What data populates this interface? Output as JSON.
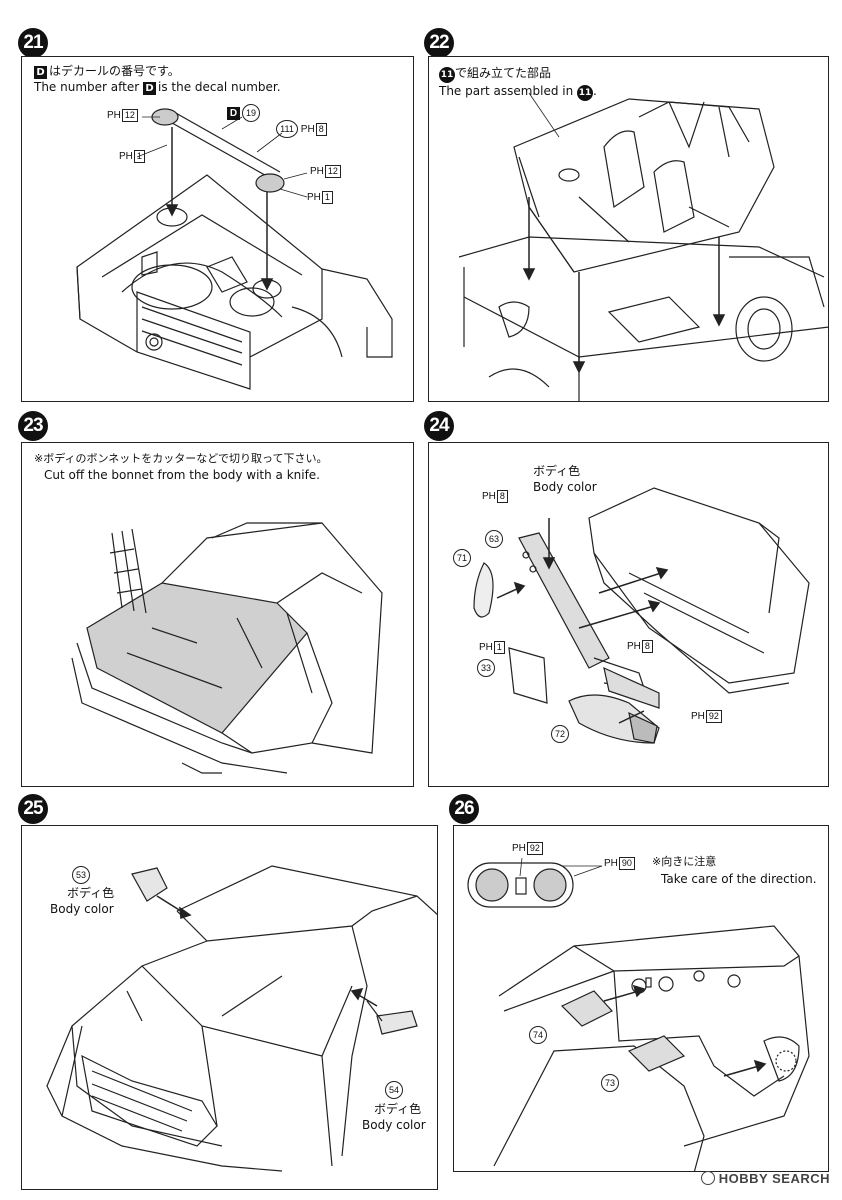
{
  "steps": [
    {
      "no": "21",
      "text_ja": "はデカールの番号です。",
      "text_en_pre": "The number after",
      "text_en_post": "is the decal number.",
      "decal_letter": "D"
    },
    {
      "no": "22",
      "text_ja": "で組み立てた部品",
      "text_en": "The part assembled in",
      "ref": "11"
    },
    {
      "no": "23",
      "text_ja": "※ボディのボンネットをカッターなどで切り取って下さい。",
      "text_en": "Cut off the bonnet from the body with a knife."
    },
    {
      "no": "24",
      "body_ja": "ボディ色",
      "body_en": "Body color"
    },
    {
      "no": "25",
      "body_ja": "ボディ色",
      "body_en": "Body color"
    },
    {
      "no": "26",
      "note_ja": "※向きに注意",
      "note_en": "Take care of the direction."
    }
  ],
  "labels": {
    "ph": "PH",
    "s21": {
      "d19": "19",
      "p111": "111",
      "n8": "8",
      "n12a": "12",
      "n1a": "1",
      "n12b": "12",
      "n1b": "1"
    },
    "s24": {
      "n8a": "8",
      "n63": "63",
      "n71": "71",
      "n1": "1",
      "n33": "33",
      "n8b": "8",
      "n72": "72",
      "n92": "92"
    },
    "s25": {
      "n53": "53",
      "n54": "54"
    },
    "s26": {
      "n92": "92",
      "n90": "90",
      "n74": "74",
      "n73": "73"
    }
  },
  "watermark": "HOBBY SEARCH"
}
